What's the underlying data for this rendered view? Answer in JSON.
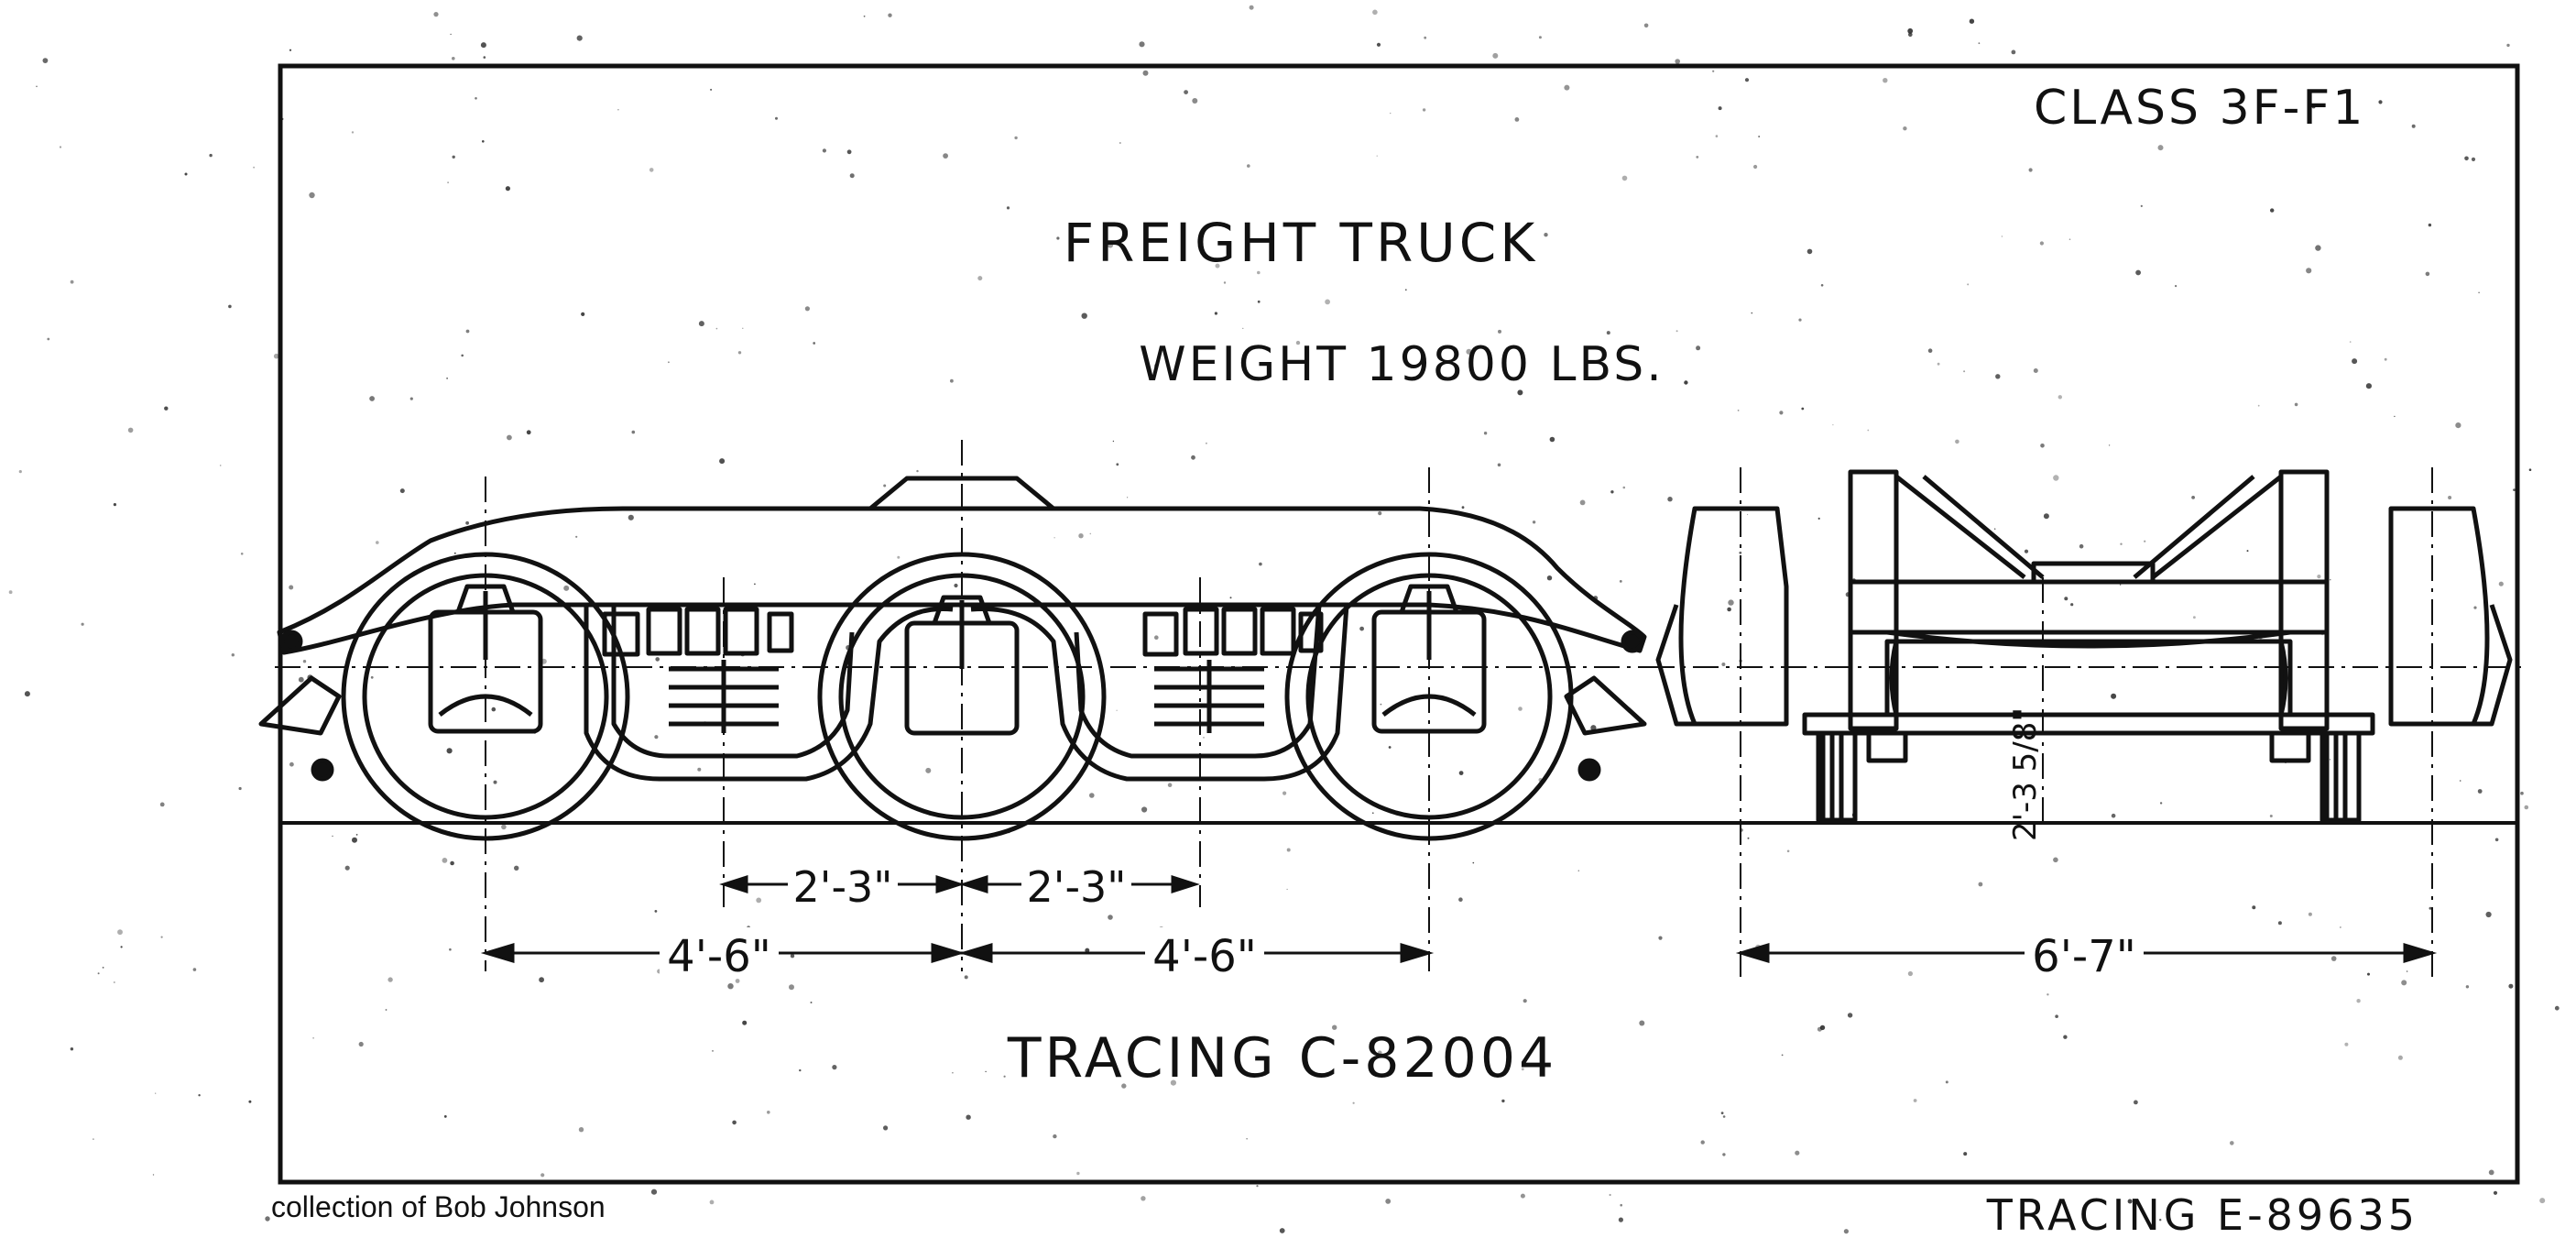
{
  "drawing": {
    "class_label": "CLASS 3F-F1",
    "title": "FREIGHT TRUCK",
    "weight": "WEIGHT 19800 LBS.",
    "tracing_center": "TRACING C-82004",
    "tracing_corner": "TRACING E-89635",
    "credit": "collection of Bob Johnson"
  },
  "dimensions": {
    "inner_left": "2'-3\"",
    "inner_right": "2'-3\"",
    "outer_left": "4'-6\"",
    "outer_right": "4'-6\"",
    "end_width": "6'-7\"",
    "end_height": "2'-3 5/8\""
  },
  "colors": {
    "ink": "#111111",
    "paper": "#ffffff"
  }
}
